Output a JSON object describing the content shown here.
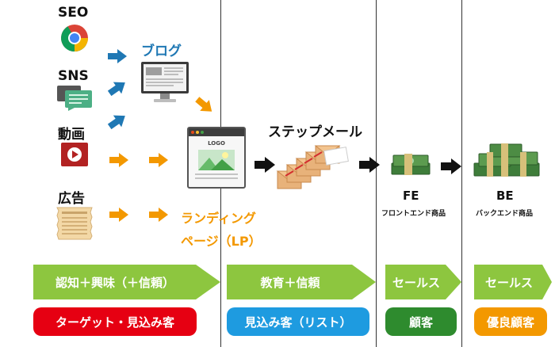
{
  "sources": {
    "seo": "SEO",
    "sns": "SNS",
    "video": "動画",
    "ad": "広告"
  },
  "nodes": {
    "blog": "ブログ",
    "landing_page_line1": "ランディング",
    "landing_page_line2": "ページ（LP）",
    "lp_screen_text": "LOGO",
    "step_mail": "ステップメール",
    "fe_title": "FE",
    "fe_sub": "フロントエンド商品",
    "be_title": "BE",
    "be_sub": "バックエンド商品"
  },
  "stages": [
    "認知＋興味（＋信頼）",
    "教育＋信頼",
    "セールス",
    "セールス"
  ],
  "customers": [
    "ターゲット・見込み客",
    "見込み客（リスト）",
    "顧客",
    "優良顧客"
  ],
  "colors": {
    "stage_green": "#8dc63f",
    "pill_red": "#e60012",
    "pill_blue": "#1e9be0",
    "pill_green": "#2e8b2e",
    "pill_orange": "#f39800",
    "arrow_blue": "#1f78b4",
    "arrow_orange": "#f39800",
    "text_blue": "#1f78b4",
    "text_orange": "#f39800"
  }
}
